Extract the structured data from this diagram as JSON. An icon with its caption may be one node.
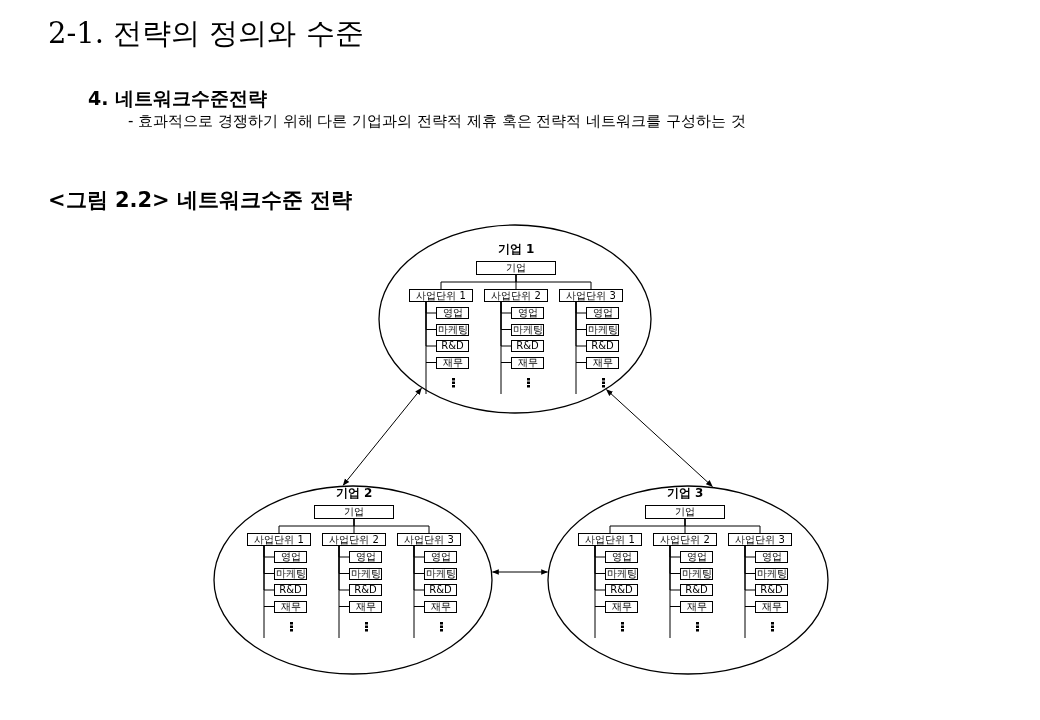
{
  "diagram": {
    "title": "2-1. 전략의 정의와 수준",
    "labels": [
      "4. 네트워크수준전략",
      "- 효과적으로 경쟁하기 위해 다른 기업과의 전략적 제휴 혹은 전략적 네트워크를 구성하는 것",
      "<그림 2.2> 네트워크수준 전략"
    ],
    "nodes": [
      {
        "text": [
          "기업 1"
        ]
      },
      {
        "text": [
          "기업"
        ],
        "in": 0
      },
      {
        "text": [
          "사업단위 1"
        ],
        "in": 0
      },
      {
        "text": [
          "영업"
        ],
        "in": 0
      },
      {
        "text": [
          "마케팅"
        ],
        "in": 0
      },
      {
        "text": [
          "R&D"
        ],
        "in": 0
      },
      {
        "text": [
          "재무"
        ],
        "in": 0
      },
      {
        "text": [
          "사업단위 2"
        ],
        "in": 0
      },
      {
        "text": [
          "영업"
        ],
        "in": 0
      },
      {
        "text": [
          "마케팅"
        ],
        "in": 0
      },
      {
        "text": [
          "R&D"
        ],
        "in": 0
      },
      {
        "text": [
          "재무"
        ],
        "in": 0
      },
      {
        "text": [
          "사업단위 3"
        ],
        "in": 0
      },
      {
        "text": [
          "영업"
        ],
        "in": 0
      },
      {
        "text": [
          "마케팅"
        ],
        "in": 0
      },
      {
        "text": [
          "R&D"
        ],
        "in": 0
      },
      {
        "text": [
          "재무"
        ],
        "in": 0
      },
      {
        "text": [
          "기업 2"
        ]
      },
      {
        "text": [
          "기업"
        ],
        "in": 17
      },
      {
        "text": [
          "사업단위 1"
        ],
        "in": 17
      },
      {
        "text": [
          "영업"
        ],
        "in": 17
      },
      {
        "text": [
          "마케팅"
        ],
        "in": 17
      },
      {
        "text": [
          "R&D"
        ],
        "in": 17
      },
      {
        "text": [
          "재무"
        ],
        "in": 17
      },
      {
        "text": [
          "사업단위 2"
        ],
        "in": 17
      },
      {
        "text": [
          "영업"
        ],
        "in": 17
      },
      {
        "text": [
          "마케팅"
        ],
        "in": 17
      },
      {
        "text": [
          "R&D"
        ],
        "in": 17
      },
      {
        "text": [
          "재무"
        ],
        "in": 17
      },
      {
        "text": [
          "사업단위 3"
        ],
        "in": 17
      },
      {
        "text": [
          "영업"
        ],
        "in": 17
      },
      {
        "text": [
          "마케팅"
        ],
        "in": 17
      },
      {
        "text": [
          "R&D"
        ],
        "in": 17
      },
      {
        "text": [
          "재무"
        ],
        "in": 17
      },
      {
        "text": [
          "기업 3"
        ]
      },
      {
        "text": [
          "기업"
        ],
        "in": 34
      },
      {
        "text": [
          "사업단위 1"
        ],
        "in": 34
      },
      {
        "text": [
          "영업"
        ],
        "in": 34
      },
      {
        "text": [
          "마케팅"
        ],
        "in": 34
      },
      {
        "text": [
          "R&D"
        ],
        "in": 34
      },
      {
        "text": [
          "재무"
        ],
        "in": 34
      },
      {
        "text": [
          "사업단위 2"
        ],
        "in": 34
      },
      {
        "text": [
          "영업"
        ],
        "in": 34
      },
      {
        "text": [
          "마케팅"
        ],
        "in": 34
      },
      {
        "text": [
          "R&D"
        ],
        "in": 34
      },
      {
        "text": [
          "재무"
        ],
        "in": 34
      },
      {
        "text": [
          "사업단위 3"
        ],
        "in": 34
      },
      {
        "text": [
          "영업"
        ],
        "in": 34
      },
      {
        "text": [
          "마케팅"
        ],
        "in": 34
      },
      {
        "text": [
          "R&D"
        ],
        "in": 34
      },
      {
        "text": [
          "재무"
        ],
        "in": 34
      }
    ],
    "edges": [
      {
        "from": 0,
        "to": 17,
        "arrow": "both"
      },
      {
        "from": 0,
        "to": 34,
        "arrow": "both"
      },
      {
        "from": 17,
        "to": 34,
        "arrow": "both"
      },
      {
        "from": 1,
        "to": 2,
        "arrow": "none"
      },
      {
        "from": 2,
        "to": 3,
        "arrow": "none"
      },
      {
        "from": 2,
        "to": 4,
        "arrow": "none"
      },
      {
        "from": 2,
        "to": 5,
        "arrow": "none"
      },
      {
        "from": 2,
        "to": 6,
        "arrow": "none"
      },
      {
        "from": 1,
        "to": 7,
        "arrow": "none"
      },
      {
        "from": 7,
        "to": 8,
        "arrow": "none"
      },
      {
        "from": 7,
        "to": 9,
        "arrow": "none"
      },
      {
        "from": 7,
        "to": 10,
        "arrow": "none"
      },
      {
        "from": 7,
        "to": 11,
        "arrow": "none"
      },
      {
        "from": 1,
        "to": 12,
        "arrow": "none"
      },
      {
        "from": 12,
        "to": 13,
        "arrow": "none"
      },
      {
        "from": 12,
        "to": 14,
        "arrow": "none"
      },
      {
        "from": 12,
        "to": 15,
        "arrow": "none"
      },
      {
        "from": 12,
        "to": 16,
        "arrow": "none"
      },
      {
        "from": 18,
        "to": 19,
        "arrow": "none"
      },
      {
        "from": 19,
        "to": 20,
        "arrow": "none"
      },
      {
        "from": 19,
        "to": 21,
        "arrow": "none"
      },
      {
        "from": 19,
        "to": 22,
        "arrow": "none"
      },
      {
        "from": 19,
        "to": 23,
        "arrow": "none"
      },
      {
        "from": 18,
        "to": 24,
        "arrow": "none"
      },
      {
        "from": 24,
        "to": 25,
        "arrow": "none"
      },
      {
        "from": 24,
        "to": 26,
        "arrow": "none"
      },
      {
        "from": 24,
        "to": 27,
        "arrow": "none"
      },
      {
        "from": 24,
        "to": 28,
        "arrow": "none"
      },
      {
        "from": 18,
        "to": 29,
        "arrow": "none"
      },
      {
        "from": 29,
        "to": 30,
        "arrow": "none"
      },
      {
        "from": 29,
        "to": 31,
        "arrow": "none"
      },
      {
        "from": 29,
        "to": 32,
        "arrow": "none"
      },
      {
        "from": 29,
        "to": 33,
        "arrow": "none"
      },
      {
        "from": 35,
        "to": 36,
        "arrow": "none"
      },
      {
        "from": 36,
        "to": 37,
        "arrow": "none"
      },
      {
        "from": 36,
        "to": 38,
        "arrow": "none"
      },
      {
        "from": 36,
        "to": 39,
        "arrow": "none"
      },
      {
        "from": 36,
        "to": 40,
        "arrow": "none"
      },
      {
        "from": 35,
        "to": 41,
        "arrow": "none"
      },
      {
        "from": 41,
        "to": 42,
        "arrow": "none"
      },
      {
        "from": 41,
        "to": 43,
        "arrow": "none"
      },
      {
        "from": 41,
        "to": 44,
        "arrow": "none"
      },
      {
        "from": 41,
        "to": 45,
        "arrow": "none"
      },
      {
        "from": 35,
        "to": 46,
        "arrow": "none"
      },
      {
        "from": 46,
        "to": 47,
        "arrow": "none"
      },
      {
        "from": 46,
        "to": 48,
        "arrow": "none"
      },
      {
        "from": 46,
        "to": 49,
        "arrow": "none"
      },
      {
        "from": 46,
        "to": 50,
        "arrow": "none"
      }
    ]
  }
}
